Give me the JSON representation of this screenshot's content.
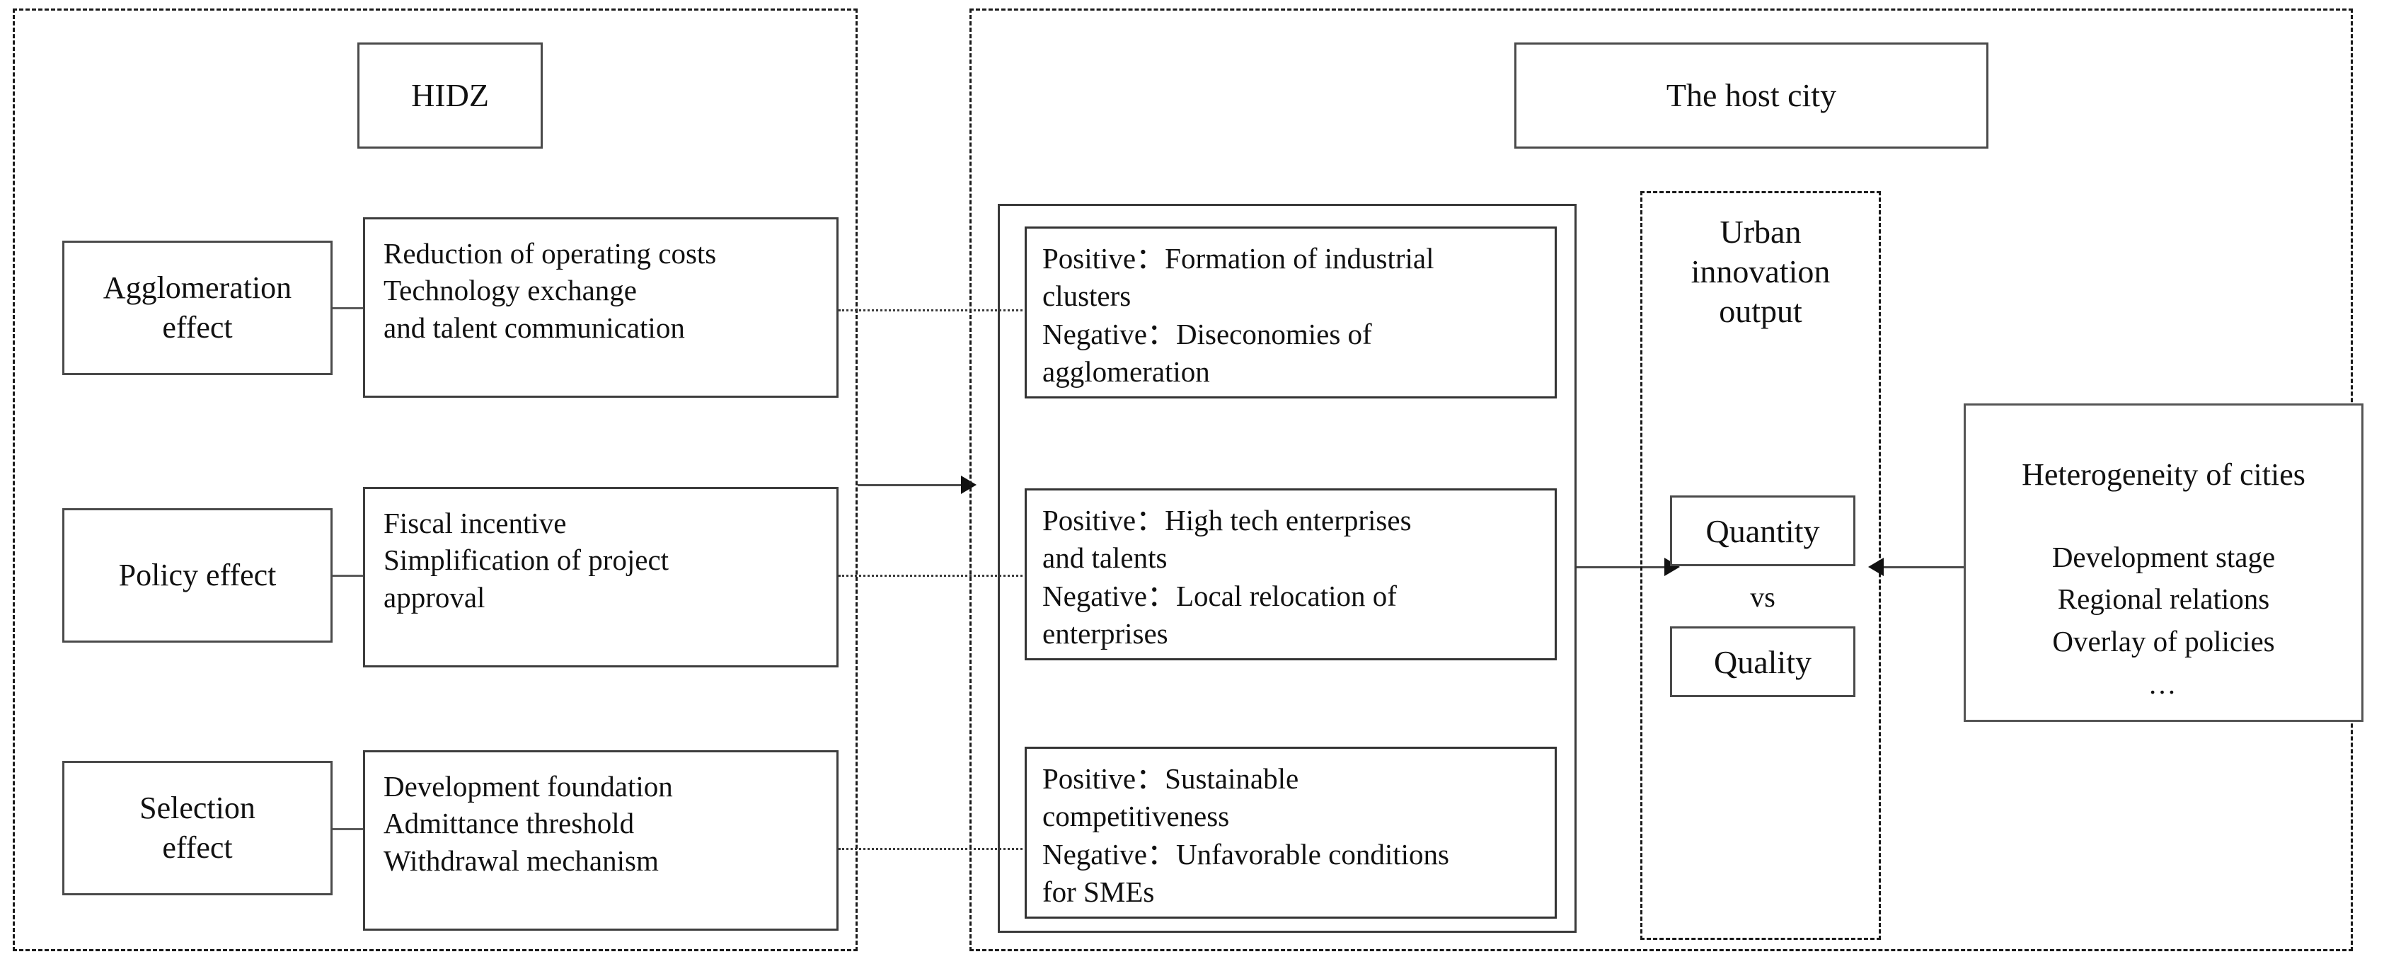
{
  "left_panel": {
    "title": "HIDZ",
    "rows": [
      {
        "effect": "Agglomeration effect",
        "effect_line1": "Agglomeration",
        "effect_line2": "effect",
        "details": [
          "Reduction of operating costs",
          "Technology exchange",
          "and talent communication"
        ]
      },
      {
        "effect": "Policy effect",
        "effect_line1": "Policy effect",
        "effect_line2": "",
        "details": [
          "Fiscal incentive",
          "Simplification of project",
          "approval"
        ]
      },
      {
        "effect": "Selection effect",
        "effect_line1": "Selection",
        "effect_line2": "effect",
        "details": [
          "Development foundation",
          "Admittance threshold",
          "Withdrawal mechanism"
        ]
      }
    ]
  },
  "right_panel": {
    "title": "The host city",
    "outcomes": [
      {
        "positive_label": "Positive：",
        "positive_lines": [
          "Formation of industrial",
          "clusters"
        ],
        "negative_label": "Negative：",
        "negative_lines": [
          "Diseconomies of",
          "agglomeration"
        ]
      },
      {
        "positive_label": "Positive：",
        "positive_lines": [
          "High tech enterprises",
          "and talents"
        ],
        "negative_label": "Negative：",
        "negative_lines": [
          "Local relocation of",
          "enterprises"
        ]
      },
      {
        "positive_label": "Positive：",
        "positive_lines": [
          "Sustainable",
          "competitiveness"
        ],
        "negative_label": "Negative：",
        "negative_lines": [
          "Unfavorable conditions",
          "for SMEs"
        ]
      }
    ],
    "urban_output": {
      "title_line1": "Urban",
      "title_line2": "innovation",
      "title_line3": "output",
      "quantity": "Quantity",
      "vs": "vs",
      "quality": "Quality"
    }
  },
  "heterogeneity": {
    "title": "Heterogeneity of cities",
    "items": [
      "Development stage",
      "Regional relations",
      "Overlay of policies"
    ],
    "ellipsis": "…"
  },
  "colors": {
    "stroke": "#3a3a3a",
    "dashed": "#1a1a1a",
    "arrow": "#111111",
    "background": "#ffffff"
  }
}
